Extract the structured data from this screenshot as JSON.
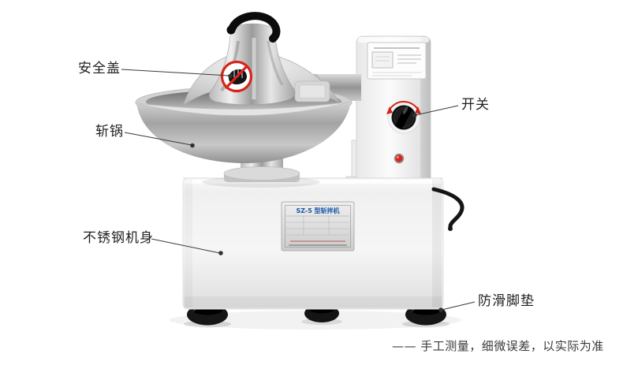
{
  "page": {
    "background": "#ffffff"
  },
  "annotations": [
    {
      "id": "safety-cover",
      "label": "安全盖"
    },
    {
      "id": "chopping-bowl",
      "label": "斩锅"
    },
    {
      "id": "power-switch",
      "label": "开关"
    },
    {
      "id": "stainless-steel-body",
      "label": "不锈钢机身"
    },
    {
      "id": "anti-slip-foot-pads",
      "label": "防滑脚垫"
    }
  ],
  "footnote": {
    "text": "—— 手工测量，细微误差，以实际为准"
  },
  "machine": {
    "nameplate": {
      "title": "SZ-5 型斩拌机"
    },
    "colors": {
      "prohibition_red": "#d6251a",
      "indicator_red": "#e02317",
      "knob_black": "#111111",
      "foot_black": "#161616",
      "nameplate_blue": "#1a56a8"
    }
  }
}
